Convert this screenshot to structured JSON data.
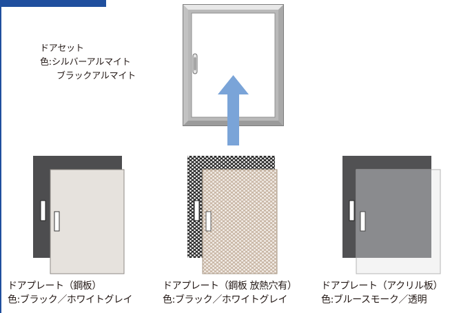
{
  "door_set": {
    "title": "ドアセット",
    "color_line1": "色:シルバーアルマイト",
    "color_line2": "ブラックアルマイト"
  },
  "plates": [
    {
      "name": "ドアプレート（鋼板）",
      "colors": "色:ブラック／ホワイトグレイ"
    },
    {
      "name": "ドアプレート（鋼板 放熱穴有）",
      "colors": "色:ブラック／ホワイトグレイ"
    },
    {
      "name": "ドアプレート（アクリル板）",
      "colors": "色:ブルースモーク／透明"
    }
  ],
  "colors": {
    "accent": "#1f4f9e",
    "arrow": "#7aa4d8",
    "plate_black": "#4d4d4f",
    "plate_white_gray": "#e6e2dd",
    "plate_blue_smoke": "#8a8b8e",
    "frame_silver": "#b9b9b9"
  },
  "icons": [
    "door-frame-icon",
    "up-arrow-icon",
    "door-handle-icon"
  ]
}
